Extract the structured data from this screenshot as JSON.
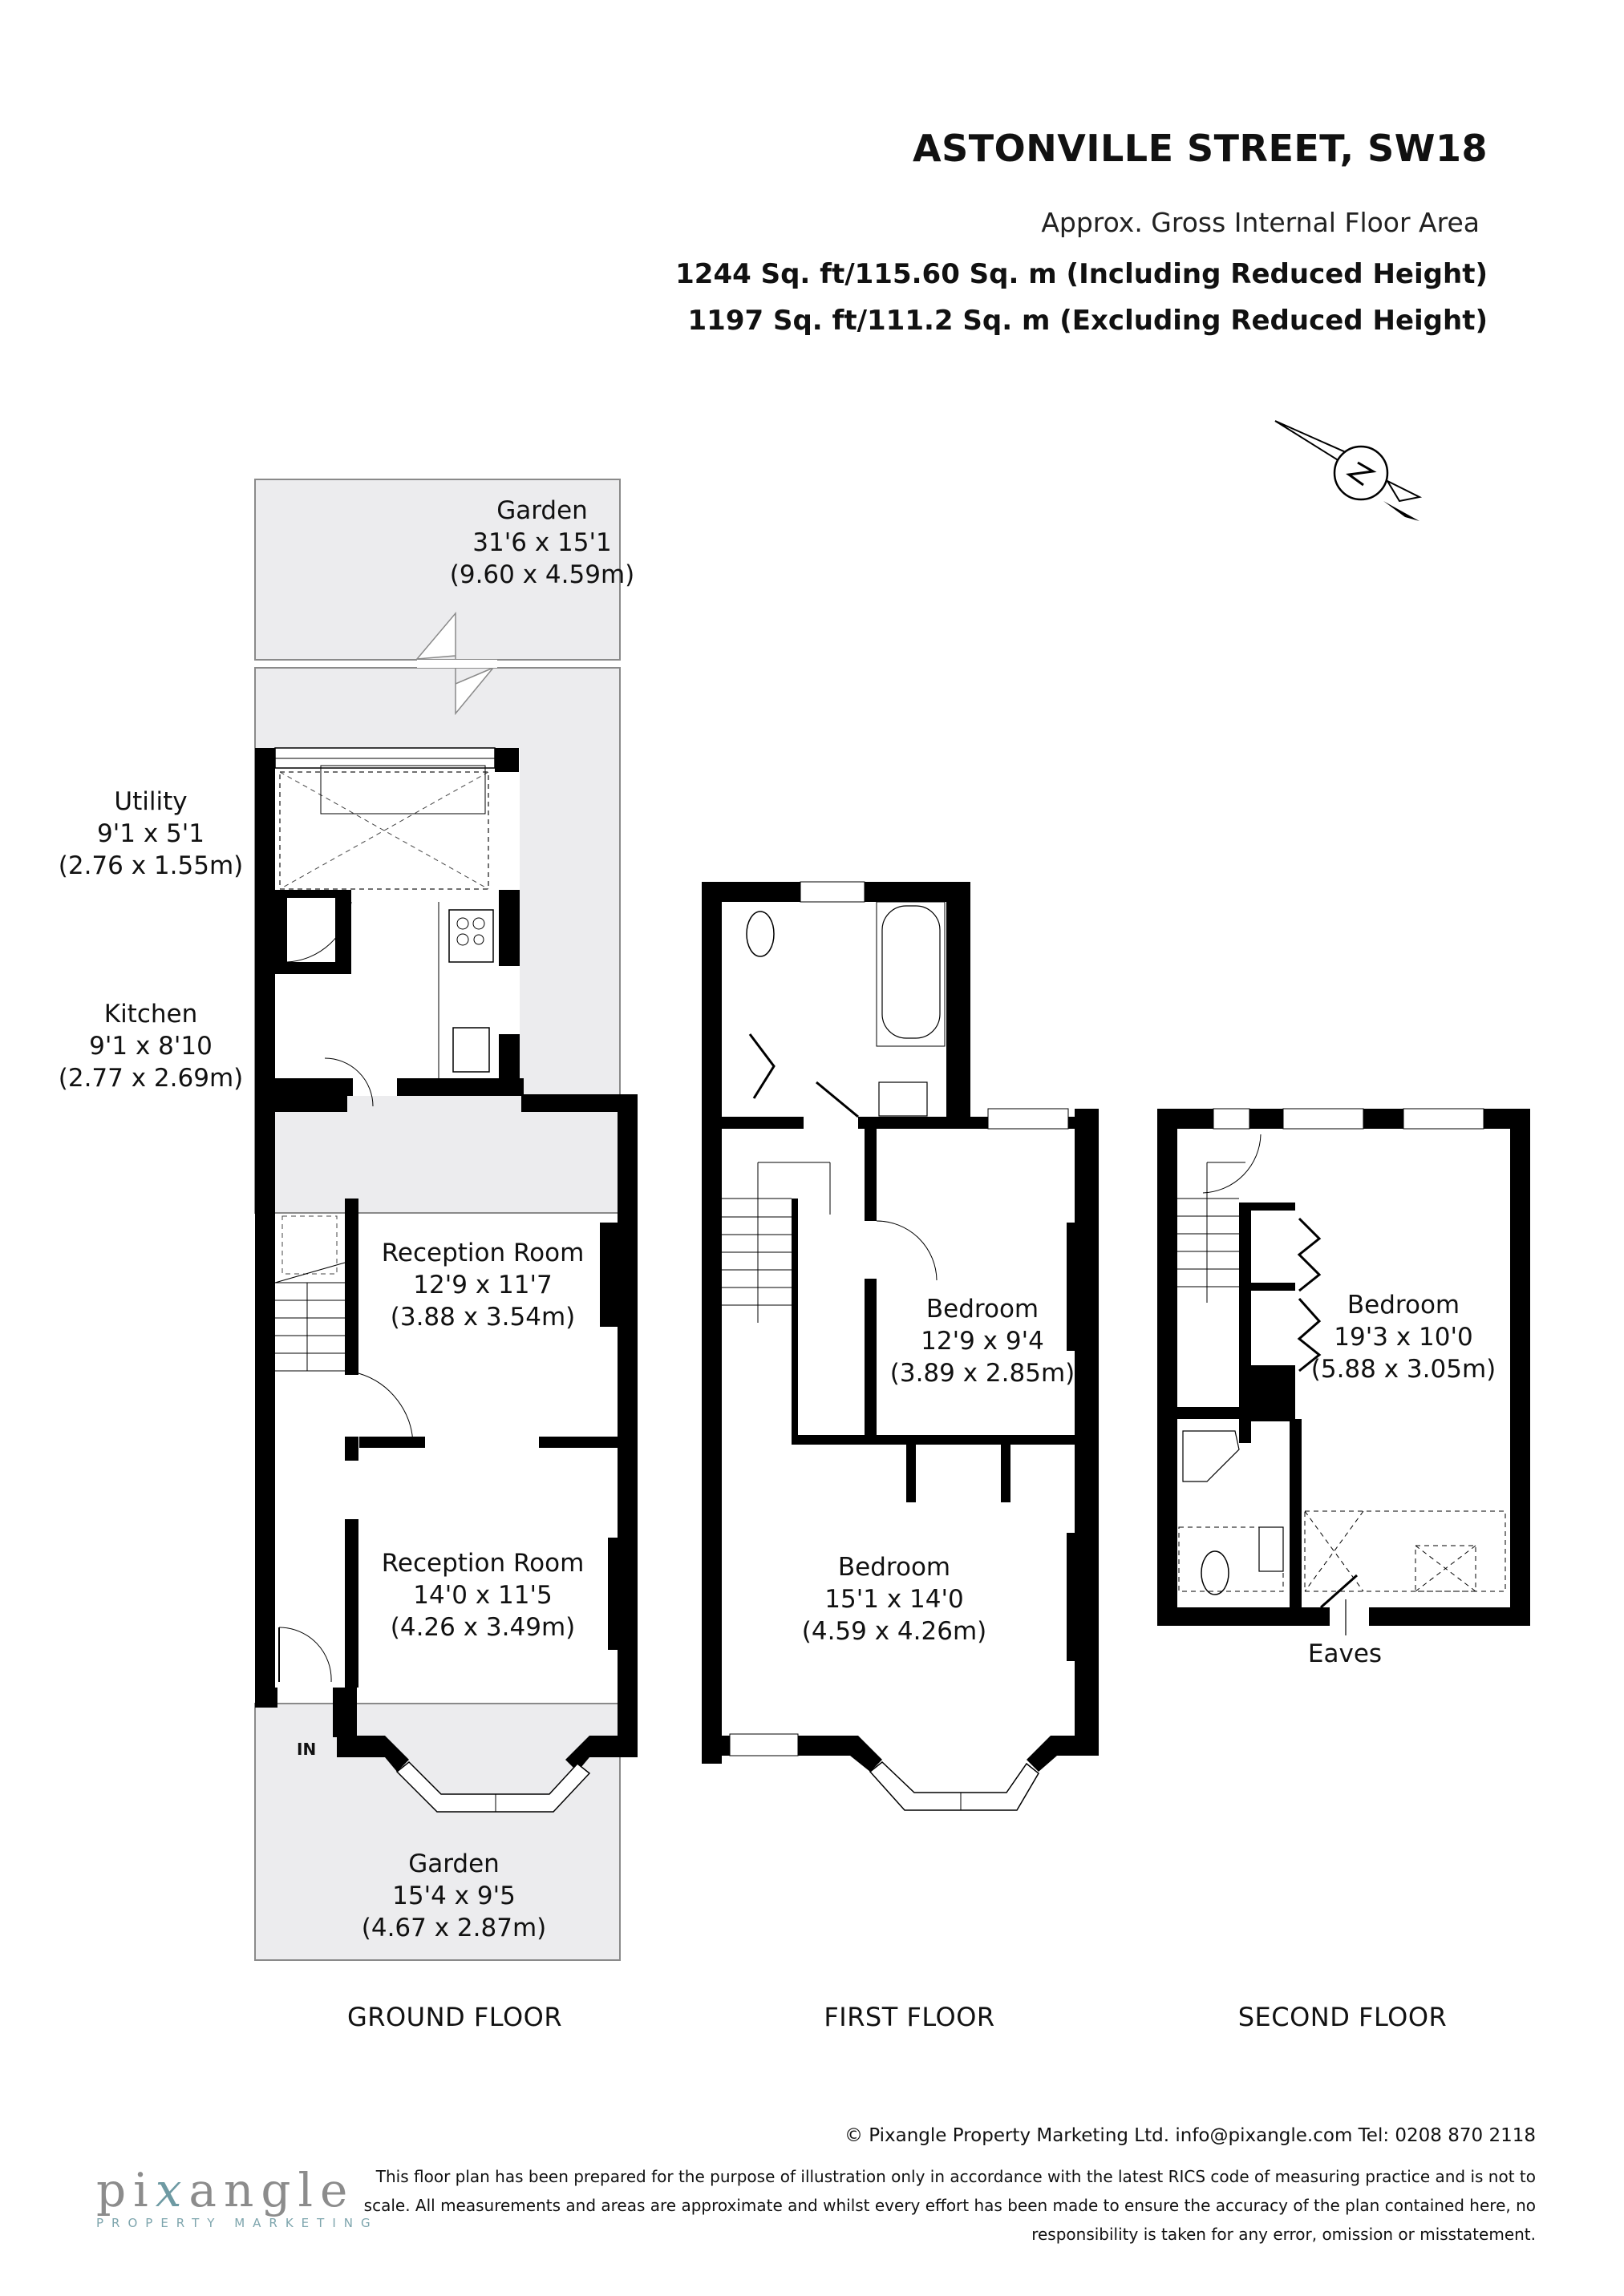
{
  "header": {
    "title": "ASTONVILLE STREET, SW18",
    "subtitle": "Approx. Gross Internal Floor Area",
    "area_including": "1244 Sq. ft/115.60 Sq. m (Including Reduced Height)",
    "area_excluding": "1197 Sq. ft/111.2 Sq. m (Excluding Reduced Height)"
  },
  "compass": {
    "icon": "north-arrow-icon",
    "label": "N"
  },
  "floors": [
    {
      "label": "GROUND FLOOR",
      "rooms": [
        {
          "name": "Garden",
          "imperial": "31'6 x 15'1",
          "metric": "(9.60 x 4.59m)"
        },
        {
          "name": "Utility",
          "imperial": "9'1 x 5'1",
          "metric": "(2.76 x 1.55m)"
        },
        {
          "name": "Kitchen",
          "imperial": "9'1 x 8'10",
          "metric": "(2.77 x 2.69m)"
        },
        {
          "name": "Reception Room",
          "imperial": "12'9 x 11'7",
          "metric": "(3.88 x 3.54m)"
        },
        {
          "name": "Reception Room",
          "imperial": "14'0 x 11'5",
          "metric": "(4.26 x 3.49m)"
        },
        {
          "name": "Garden",
          "imperial": "15'4 x 9'5",
          "metric": "(4.67 x 2.87m)"
        }
      ],
      "entrance": "IN"
    },
    {
      "label": "FIRST FLOOR",
      "rooms": [
        {
          "name": "Bedroom",
          "imperial": "12'9 x 9'4",
          "metric": "(3.89 x 2.85m)"
        },
        {
          "name": "Bedroom",
          "imperial": "15'1 x 14'0",
          "metric": "(4.59 x 4.26m)"
        }
      ]
    },
    {
      "label": "SECOND FLOOR",
      "rooms": [
        {
          "name": "Bedroom",
          "imperial": "19'3 x 10'0",
          "metric": "(5.88 x 3.05m)"
        }
      ],
      "annotation": "Eaves"
    }
  ],
  "footer": {
    "copyright": "© Pixangle Property Marketing Ltd. info@pixangle.com Tel: 0208 870 2118",
    "disclaimer": "This floor plan has been prepared for the purpose of illustration only in accordance with the latest RICS code of measuring practice and is not to scale. All measurements and areas are approximate and whilst every effort has been made to ensure the accuracy of the plan contained here, no responsibility is taken for any error, omission or misstatement.",
    "logo": {
      "word_pre": "pi",
      "word_x": "x",
      "word_post": "angle",
      "tagline": "PROPERTY MARKETING"
    }
  },
  "colors": {
    "wall": "#000000",
    "garden": "#ececee",
    "garden_border": "#8a8a8a",
    "logo_gray": "#8c8c8c",
    "logo_teal": "#6e9aa3"
  }
}
